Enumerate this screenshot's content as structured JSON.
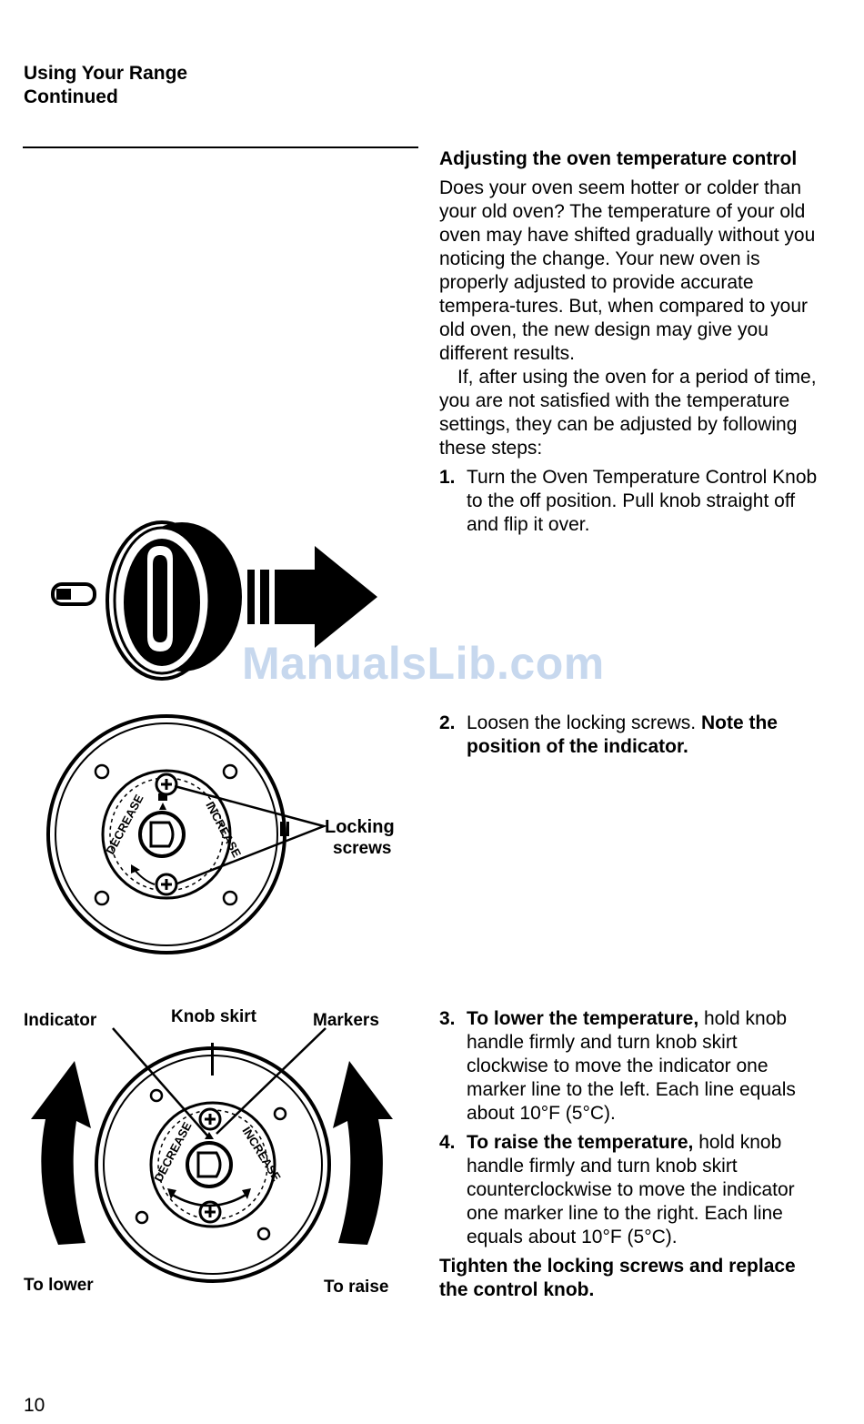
{
  "header": {
    "line1": "Using Your Range",
    "line2": "Continued"
  },
  "section": {
    "title": "Adjusting the oven temperature control",
    "para1": "Does your oven seem hotter or colder than your old oven? The temperature of your old oven may have shifted gradually without you noticing the change. Your new oven is properly adjusted to provide accurate tempera-tures. But, when compared to your old oven, the new design may give you different results.",
    "para2": "If, after using the oven for a period of time, you are not satisfied with the temperature settings, they can be adjusted by following these steps:"
  },
  "steps": [
    {
      "num": "1.",
      "text": "Turn the Oven Temperature Control Knob to the off position. Pull knob straight off and flip it over."
    },
    {
      "num": "2.",
      "text": "Loosen the locking screws. ",
      "bold": "Note the position of the indicator."
    },
    {
      "num": "3.",
      "bold": "To lower the temperature,",
      "text": " hold knob handle firmly and turn knob skirt clockwise to move the indicator one marker line to the left. Each line equals about 10°F (5°C)."
    },
    {
      "num": "4.",
      "bold": "To raise the temperature,",
      "text": " hold knob handle firmly and turn knob skirt counterclockwise to move the indicator one marker line to the right. Each line equals about 10°F (5°C)."
    }
  ],
  "closing": "Tighten the locking screws and replace the control knob.",
  "figure2": {
    "locking_line1": "Locking",
    "locking_line2": "screws",
    "decrease": "DECREASE",
    "increase": "INCREASE"
  },
  "figure3": {
    "indicator": "Indicator",
    "knob_skirt": "Knob skirt",
    "markers": "Markers",
    "to_lower": "To lower",
    "to_raise": "To raise",
    "decrease": "DECREASE",
    "increase": "INCREASE"
  },
  "watermark": "ManualsLib.com",
  "page_number": "10"
}
